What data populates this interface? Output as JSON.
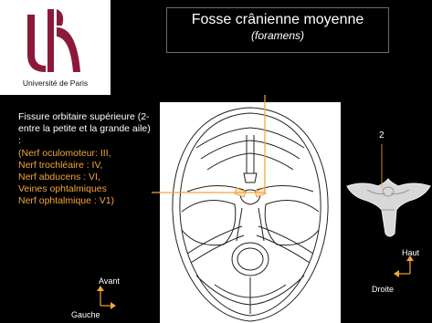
{
  "logo": {
    "name": "Université de Paris",
    "color": "#8b1a3a"
  },
  "title": {
    "main": "Fosse crânienne moyenne",
    "sub": "(foramens)"
  },
  "description": {
    "heading": "Fissure orbitaire supérieure (2- entre la petite et la grande aile) :",
    "items": [
      "(Nerf oculomoteur: III,",
      "Nerf trochléaire : IV,",
      "Nerf abducens : VI,",
      "Veines ophtalmiques",
      "Nerf ophtalmique : V1)"
    ]
  },
  "orientation_left": {
    "up": "Avant",
    "right": "Gauche"
  },
  "orientation_right": {
    "up": "Haut",
    "right": "Droite"
  },
  "sphenoid_label": "2",
  "colors": {
    "accent": "#f4a43c",
    "background": "#000000"
  }
}
